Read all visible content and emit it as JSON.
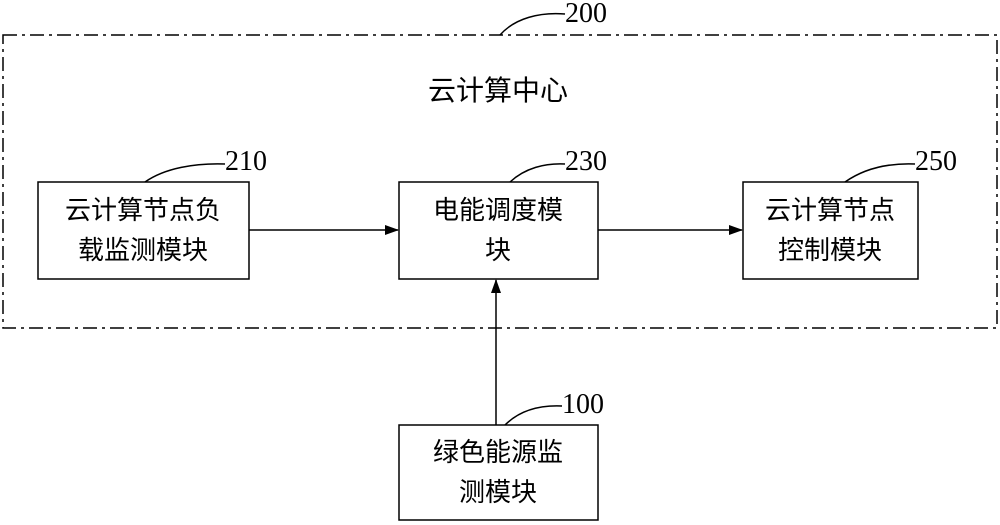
{
  "center": {
    "title": "云计算中心",
    "ref": "200"
  },
  "modules": {
    "load_monitor": {
      "line1": "云计算节点负",
      "line2": "载监测模块",
      "ref": "210"
    },
    "scheduler": {
      "line1": "电能调度模",
      "line2": "块",
      "ref": "230"
    },
    "node_control": {
      "line1": "云计算节点",
      "line2": "控制模块",
      "ref": "250"
    },
    "green_monitor": {
      "line1": "绿色能源监",
      "line2": "测模块",
      "ref": "100"
    }
  }
}
